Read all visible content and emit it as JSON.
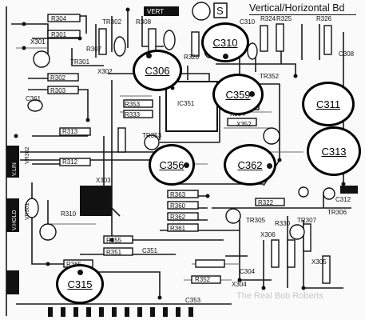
{
  "title": "Vertical/Horizontal Bd",
  "watermark": "The Real Bob Roberts",
  "callouts": [
    {
      "label": "C306"
    },
    {
      "label": "C310"
    },
    {
      "label": "C359"
    },
    {
      "label": "C311"
    },
    {
      "label": "C313"
    },
    {
      "label": "C356"
    },
    {
      "label": "C362"
    },
    {
      "label": "C315"
    }
  ],
  "board_labels": {
    "r304": "R304",
    "r301": "R301",
    "x301": "X301",
    "tr301": "TR301",
    "r302": "R302",
    "r303": "R303",
    "r307": "R307",
    "c310b": "C310",
    "c361": "C361",
    "r313": "R313",
    "r312": "R312",
    "vert": "VERT",
    "s": "S",
    "ic351": "IC351",
    "tr352": "TR352",
    "x354": "X354",
    "x352": "X352",
    "r353": "R353",
    "r333": "R333",
    "tr353": "TR353",
    "r322": "R322",
    "tr305": "TR305",
    "tr307": "TR307",
    "r310": "R310",
    "tr306": "TR306",
    "c312": "C312",
    "x306": "X306",
    "x305": "X305",
    "r330": "R330",
    "x303": "X303",
    "r355": "R355",
    "r351": "R351",
    "r363": "R363",
    "c353": "C353",
    "c351": "C351",
    "r360": "R360",
    "r362": "R362",
    "r361": "R361",
    "r365": "R365",
    "vr302": "VR302",
    "vr301": "VR301",
    "vhold": "V.HOLD",
    "vlin": "V.LIN",
    "x302": "X302",
    "r308": "R308",
    "r320": "R320",
    "tr302": "TR302",
    "c308": "C308",
    "ra": "R324",
    "rb": "R325",
    "rc": "R326",
    "x304": "X304",
    "c304": "C304",
    "r352": "R352"
  }
}
